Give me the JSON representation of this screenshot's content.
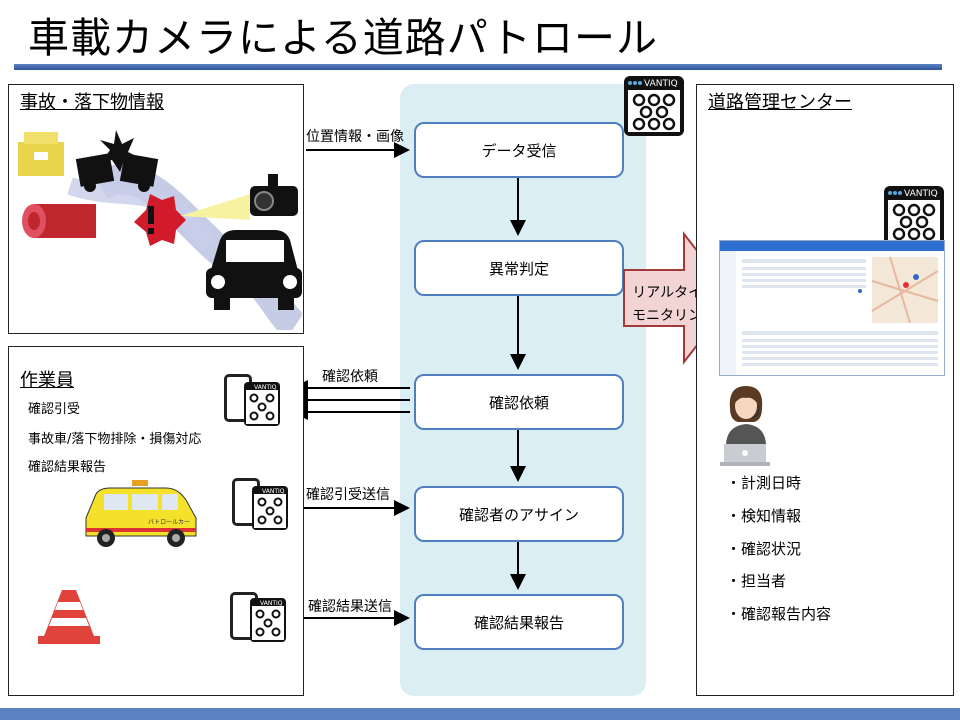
{
  "header": {
    "title": "車載カメラによる道路パトロール"
  },
  "left_top": {
    "title": "事故・落下物情報"
  },
  "left_bottom": {
    "title": "作業員",
    "tasks": [
      "確認引受",
      "事故車/落下物排除・損傷対応",
      "確認結果報告"
    ],
    "van_text": "パトロールカー"
  },
  "center": {
    "vantiq_label": "VANTIQ",
    "steps": [
      "データ受信",
      "異常判定",
      "確認依頼",
      "確認者のアサイン",
      "確認結果報告"
    ]
  },
  "edges": {
    "position_image": "位置情報・画像",
    "confirm_request": "確認依頼",
    "accept_send": "確認引受送信",
    "result_send": "確認結果送信"
  },
  "monitor_arrow": {
    "line1": "リアルタイム",
    "line2": "モニタリング"
  },
  "right": {
    "title": "道路管理センター",
    "info_items": [
      "・計測日時",
      "・検知情報",
      "・確認状況",
      "・担当者",
      "・確認報告内容"
    ]
  },
  "colors": {
    "step_border": "#4f7fbf",
    "center_bg": "#daeef3",
    "title_bar": "#5b83c4",
    "arrow_fill": "#f2d4d4",
    "arrow_stroke": "#a33a3a"
  }
}
